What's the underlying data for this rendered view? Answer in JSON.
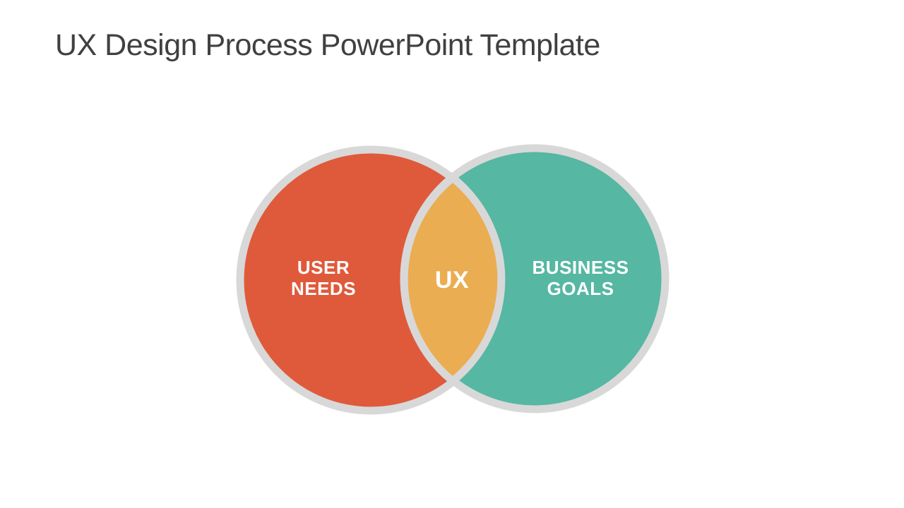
{
  "slide": {
    "title": "UX Design Process PowerPoint Template"
  },
  "venn": {
    "ring_color": "#D8D8D8",
    "label_color": "#FFFFFF",
    "left_circle": {
      "label_line1": "USER",
      "label_line2": "NEEDS",
      "fill": "#DF5A3B"
    },
    "right_circle": {
      "label_line1": "BUSINESS",
      "label_line2": "GOALS",
      "fill": "#56B7A2"
    },
    "intersection": {
      "label": "UX",
      "fill": "#EAAD52"
    }
  },
  "colors": {
    "background": "#FFFFFF",
    "title_text": "#404040"
  }
}
